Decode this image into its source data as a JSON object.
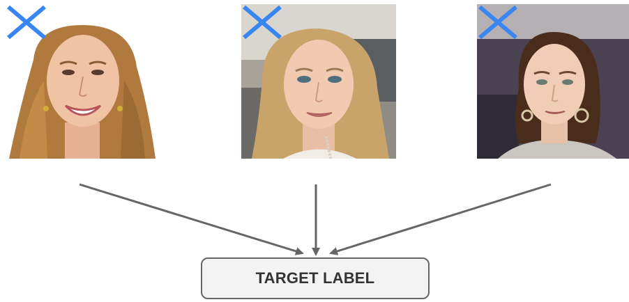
{
  "diagram": {
    "inputs": [
      {
        "kind": "face-photo",
        "marker": "cross-icon",
        "background": "light"
      },
      {
        "kind": "face-photo",
        "marker": "cross-icon",
        "background": "street"
      },
      {
        "kind": "face-photo",
        "marker": "cross-icon",
        "background": "dark"
      }
    ],
    "target": {
      "label": "TARGET LABEL"
    },
    "colors": {
      "cross": "#3a86f0",
      "arrow": "#666666",
      "box_border": "#666666",
      "box_fill": "#f3f3f3",
      "label_text": "#333333"
    }
  }
}
